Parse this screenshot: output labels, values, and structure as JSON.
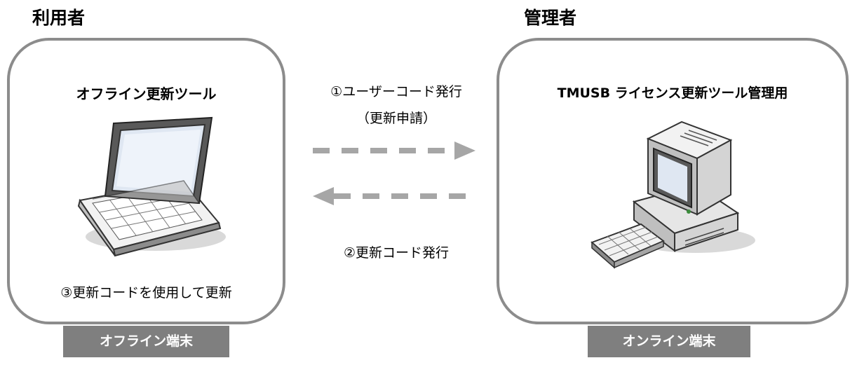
{
  "user": {
    "role": "利用者",
    "panel_title": "オフライン更新ツール",
    "caption": "③更新コードを使用して更新",
    "tag": "オフライン端末"
  },
  "admin": {
    "role": "管理者",
    "panel_title": "TMUSB ライセンス更新ツール管理用",
    "tag": "オンライン端末"
  },
  "flow": {
    "step1_line1": "①ユーザーコード発行",
    "step1_line2": "（更新申請）",
    "step2": "②更新コード発行"
  },
  "icons": {
    "laptop": "laptop-icon",
    "desktop": "desktop-computer-icon",
    "arrow_right": "dashed-arrow-right-icon",
    "arrow_left": "dashed-arrow-left-icon"
  },
  "colors": {
    "panel_border": "#8c8c8c",
    "tag_bg": "#7f7f7f",
    "arrow": "#a6a6a6"
  }
}
